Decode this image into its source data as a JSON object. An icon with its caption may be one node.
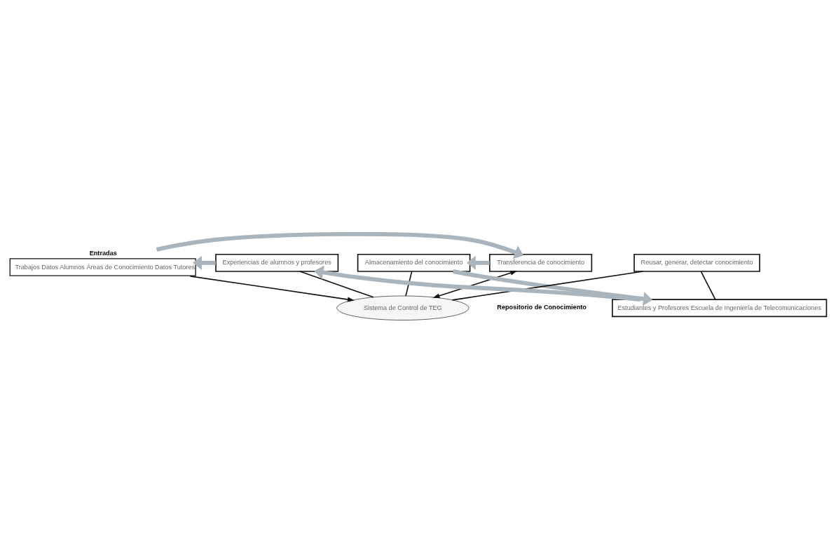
{
  "diagram": {
    "nodes": [
      {
        "text": [
          "Entradas",
          "Trabajos Datos Alumnos Áreas de Conocimiento Datos Tutores"
        ]
      },
      {
        "text": [
          "Transferencia de conocimiento"
        ]
      },
      {
        "text": [
          "Sistema de Control de TEG"
        ]
      },
      {
        "text": [
          "Experiencias de alumnos y profesores"
        ]
      },
      {
        "text": [
          "Almacenamiento del conocimiento"
        ]
      },
      {
        "text": [
          "Reusar, generar, detectar conocimiento"
        ]
      },
      {
        "text": [
          "Estudiantes y Profesores Escuela de Ingeniería de Telecomunicaciones"
        ]
      }
    ],
    "edges": [
      {
        "from": 0,
        "to": 2,
        "arrow": "to"
      },
      {
        "from": 1,
        "to": 2,
        "arrow": "both"
      },
      {
        "from": 3,
        "to": 2,
        "arrow": "none"
      },
      {
        "from": 4,
        "to": 2,
        "arrow": "none"
      },
      {
        "from": 5,
        "to": 2,
        "arrow": "none"
      },
      {
        "from": 5,
        "to": 6,
        "arrow": "none"
      },
      {
        "from": 0,
        "to": 1,
        "arrow": "to",
        "style": "thick",
        "color": "#a9b4bc"
      },
      {
        "from": 3,
        "to": 0,
        "arrow": "to",
        "style": "thick",
        "color": "#a9b4bc"
      },
      {
        "from": 1,
        "to": 4,
        "arrow": "to",
        "style": "thick",
        "color": "#a9b4bc"
      },
      {
        "from": 4,
        "to": 6,
        "arrow": "to",
        "style": "thick",
        "color": "#a9b4bc"
      },
      {
        "from": 6,
        "to": 3,
        "arrow": "to",
        "style": "thick",
        "color": "#a9b4bc"
      }
    ],
    "labels": [
      "Repositorio de Conocimiento"
    ]
  }
}
